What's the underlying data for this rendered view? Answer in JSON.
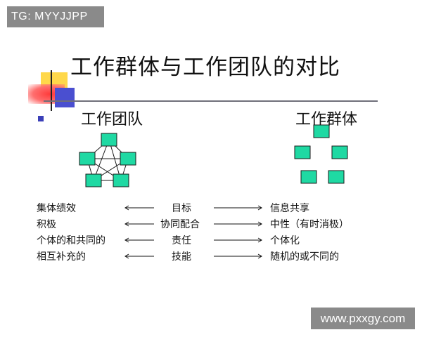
{
  "badge": {
    "text": "TG: MYYJJPP"
  },
  "watermark": {
    "text": "www.pxxgy.com"
  },
  "slide": {
    "title": "工作群体与工作团队的对比",
    "team_heading": "工作团队",
    "group_heading": "工作群体"
  },
  "colors": {
    "node_fill": "#1fd9a3",
    "node_stroke": "#1a1a1a",
    "accent_blue": "#3b3fb8",
    "deco_yellow": "#ffd84a",
    "deco_red": "#ff3a3a"
  },
  "comparison": [
    {
      "team": "集体绩效",
      "criterion": "目标",
      "group": "信息共享"
    },
    {
      "team": "积极",
      "criterion": "协同配合",
      "group": "中性（有时消极）"
    },
    {
      "team": "个体的和共同的",
      "criterion": "责任",
      "group": "个体化"
    },
    {
      "team": "相互补充的",
      "criterion": "技能",
      "group": "随机的或不同的"
    }
  ]
}
